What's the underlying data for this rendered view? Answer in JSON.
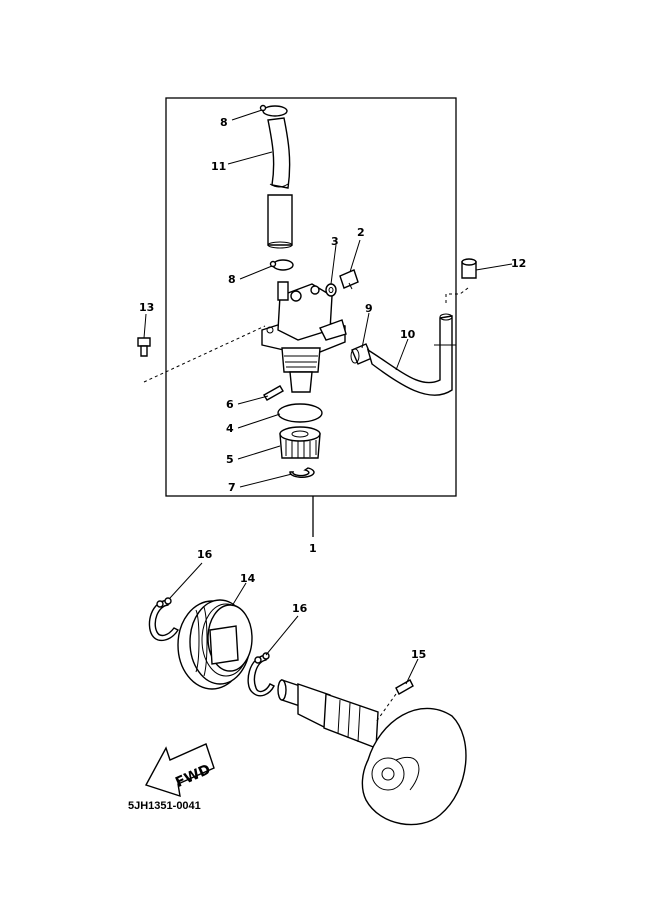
{
  "diagram_code": "5JH1351-0041",
  "fwd_label": "FWD",
  "callouts": {
    "c1": "1",
    "c2": "2",
    "c3": "3",
    "c4": "4",
    "c5": "5",
    "c6": "6",
    "c7": "7",
    "c8a": "8",
    "c8b": "8",
    "c9": "9",
    "c10": "10",
    "c11": "11",
    "c12": "12",
    "c13": "13",
    "c14": "14",
    "c15": "15",
    "c16a": "16",
    "c16b": "16"
  }
}
